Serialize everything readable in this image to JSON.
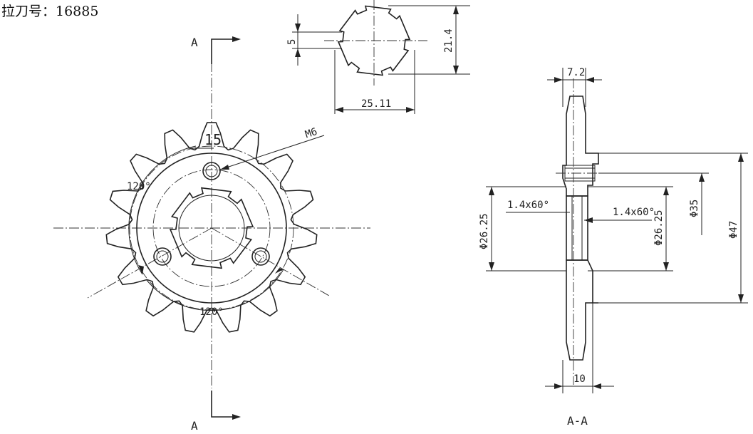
{
  "header": {
    "part_number_label": "拉刀号：16885"
  },
  "section_labels": {
    "a_top": "A",
    "a_bottom": "A",
    "section_view": "A-A"
  },
  "front_view": {
    "tooth_count": "15",
    "angle_top": "120°",
    "angle_bottom": "120°",
    "thread": "M6"
  },
  "spline_detail": {
    "width_dim": "25.11",
    "height_dim": "21.4",
    "slot_dim": "5"
  },
  "section_view": {
    "tooth_width": "7.2",
    "hub_width": "10",
    "chamfer_left": "1.4x60°",
    "chamfer_right": "1.4x60°",
    "bore_left": "Φ26.25",
    "bore_right": "Φ26.25",
    "diameter_35": "Φ35",
    "diameter_47": "Φ47"
  }
}
